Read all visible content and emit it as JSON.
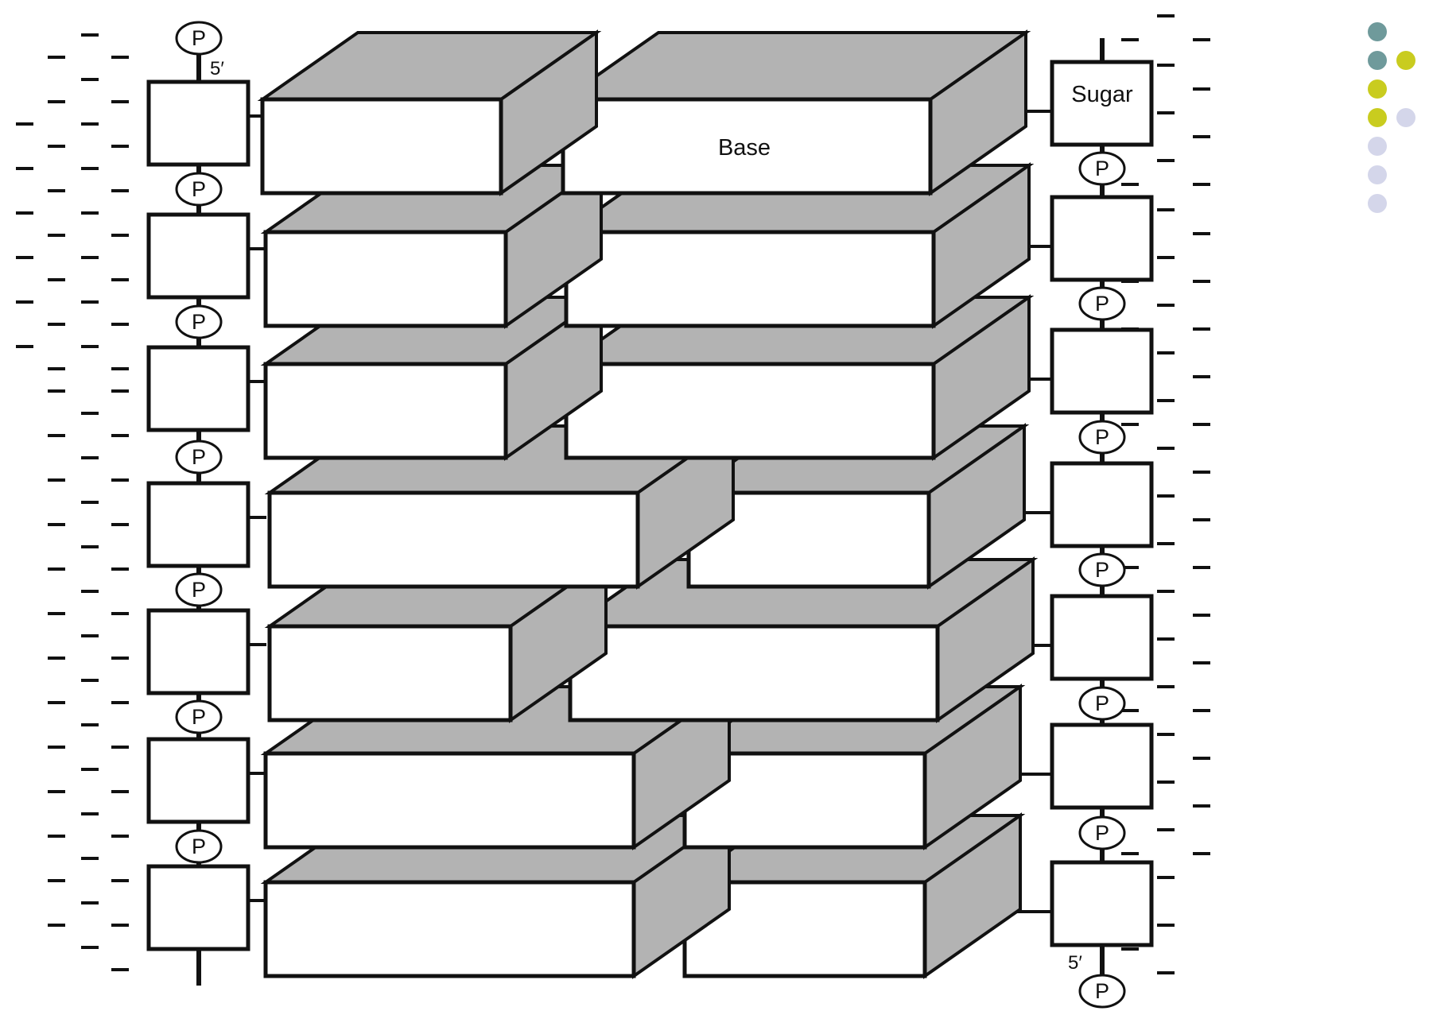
{
  "labels": {
    "base": "Base",
    "sugar": "Sugar",
    "phosphate": "P",
    "five_prime_top": "5′",
    "five_prime_bottom": "5′"
  },
  "colors": {
    "box_face": "#ffffff",
    "box_side": "#b3b3b3",
    "stroke": "#111111",
    "dot_teal": "#6f9a9b",
    "dot_olive": "#c9cc1f",
    "dot_lavender": "#d4d6ea"
  },
  "decorative_dots": [
    [
      "teal"
    ],
    [
      "teal",
      "olive"
    ],
    [
      "olive"
    ],
    [
      "olive",
      "lavender"
    ],
    [
      "lavender"
    ],
    [
      "lavender"
    ],
    [
      "lavender"
    ]
  ]
}
